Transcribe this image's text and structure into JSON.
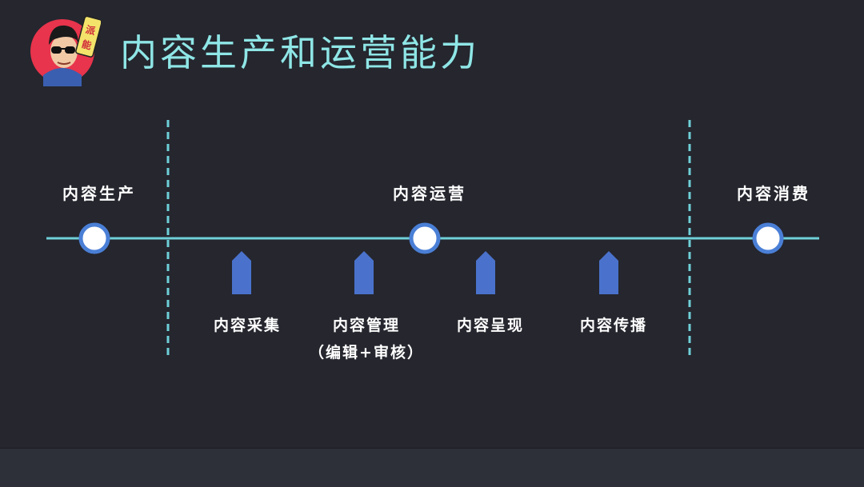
{
  "slide": {
    "title": "内容生产和运营能力",
    "avatar_badge_chars": "派 能"
  },
  "sections": [
    {
      "label": "内容生产"
    },
    {
      "label": "内容运营"
    },
    {
      "label": "内容消费"
    }
  ],
  "steps": [
    {
      "label": "内容采集",
      "note": ""
    },
    {
      "label": "内容管理",
      "note": "（编辑+审核）"
    },
    {
      "label": "内容呈现",
      "note": ""
    },
    {
      "label": "内容传播",
      "note": ""
    }
  ],
  "colors": {
    "background": "#25262e",
    "title": "#8fe6e6",
    "timeline": "#6fd0d8",
    "node_ring": "#4a7fd6",
    "arrow": "#4a72cc",
    "text": "#ffffff"
  }
}
